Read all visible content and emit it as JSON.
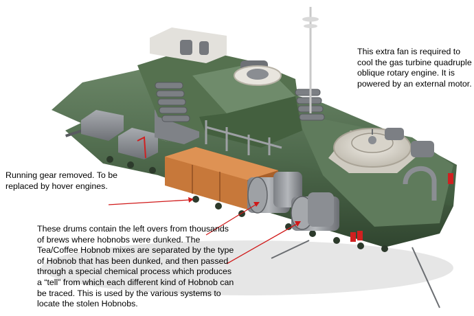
{
  "annotations": {
    "fan_note": "This extra fan is required to\ncool the gas turbine quadruple\noblique rotary engine. It is\npowered by an external motor.",
    "running_gear_note": "Running gear removed. To be\nreplaced by hover engines.",
    "drums_note": "These drums contain the left overs from thousands\nof brews where hobnobs were dunked. The\nTea/Coffee Hobnob mixes are separated by the type\nof Hobnob that has been dunked, and then passed\nthrough a special chemical process which produces\na “tell” from which each different kind of Hobnob can\nbe traced. This is used by the various systems to\nlocate the stolen Hobnobs."
  },
  "colors": {
    "background": "#ffffff",
    "hull_green": "#4f6a4c",
    "grey_parts": "#8e9196",
    "orange_crates": "#c7783a",
    "fan_cream": "#ddd9cf",
    "red_accents": "#d02020",
    "arrow_red": "#d01818"
  }
}
